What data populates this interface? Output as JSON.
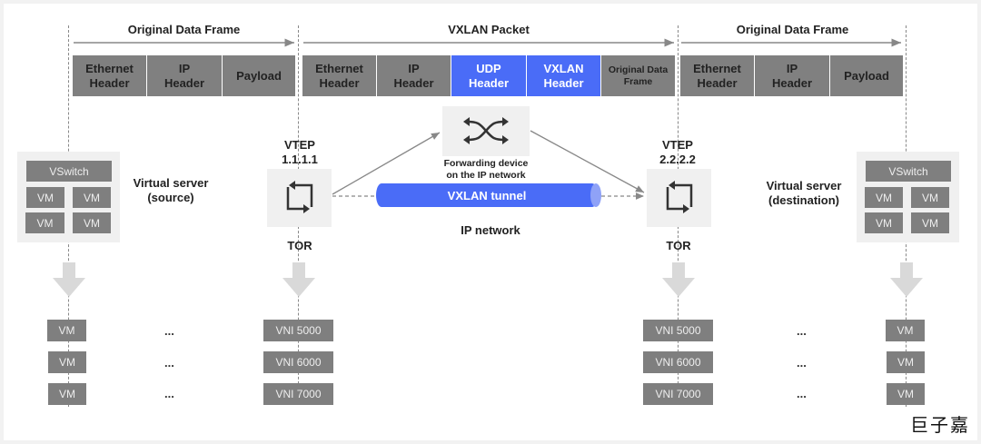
{
  "frames": {
    "left_title": "Original Data Frame",
    "middle_title": "VXLAN Packet",
    "right_title": "Original Data Frame"
  },
  "left_frame_cells": [
    "Ethernet\nHeader",
    "IP\nHeader",
    "Payload"
  ],
  "vxlan_cells": [
    {
      "label": "Ethernet\nHeader",
      "highlight": false
    },
    {
      "label": "IP\nHeader",
      "highlight": false
    },
    {
      "label": "UDP\nHeader",
      "highlight": true
    },
    {
      "label": "VXLAN\nHeader",
      "highlight": true
    },
    {
      "label": "Original Data\nFrame",
      "highlight": false
    }
  ],
  "right_frame_cells": [
    "Ethernet\nHeader",
    "IP\nHeader",
    "Payload"
  ],
  "source_server": {
    "vswitch": "VSwitch",
    "vms": [
      "VM",
      "VM",
      "VM",
      "VM"
    ],
    "label": "Virtual server\n(source)"
  },
  "dest_server": {
    "vswitch": "VSwitch",
    "vms": [
      "VM",
      "VM",
      "VM",
      "VM"
    ],
    "label": "Virtual server\n(destination)"
  },
  "vtep_left": {
    "title": "VTEP\n1.1.1.1",
    "role": "TOR"
  },
  "vtep_right": {
    "title": "VTEP\n2.2.2.2",
    "role": "TOR"
  },
  "forwarding_device": {
    "label": "Forwarding device\non the IP network"
  },
  "tunnel": {
    "label": "VXLAN tunnel"
  },
  "ip_network_label": "IP network",
  "left_vm_list": [
    "VM",
    "VM",
    "VM"
  ],
  "left_vni_list": [
    "VNI 5000",
    "VNI 6000",
    "VNI 7000"
  ],
  "right_vni_list": [
    "VNI 5000",
    "VNI 6000",
    "VNI 7000"
  ],
  "right_vm_list": [
    "VM",
    "VM",
    "VM"
  ],
  "ellipsis": "...",
  "watermark": "巨子嘉",
  "colors": {
    "accent_blue": "#4a6cf7",
    "header_gray": "#808080",
    "box_bg": "#f0f0f0"
  }
}
